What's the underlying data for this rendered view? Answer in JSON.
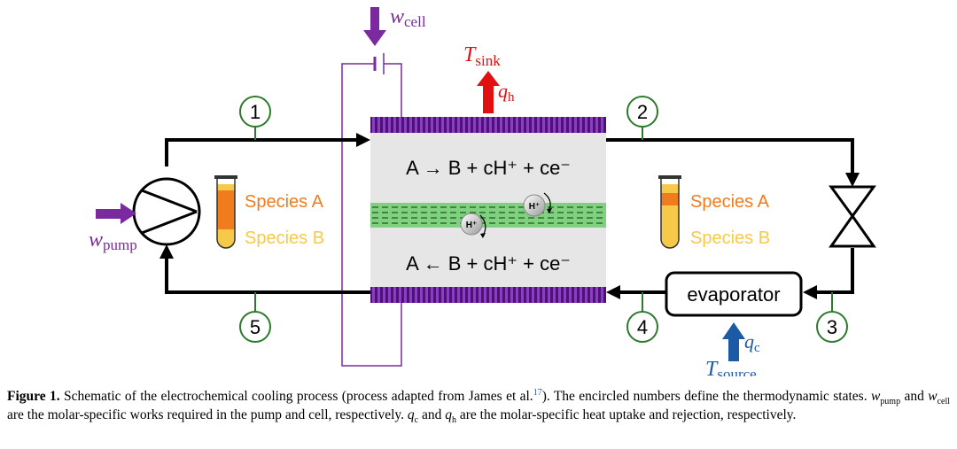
{
  "work": {
    "cell": {
      "symbol": "w",
      "sub": "cell"
    },
    "pump": {
      "symbol": "w",
      "sub": "pump"
    }
  },
  "heat": {
    "sink": {
      "symbol": "T",
      "sub": "sink",
      "q_symbol": "q",
      "q_sub": "h"
    },
    "source": {
      "symbol": "T",
      "sub": "source",
      "q_symbol": "q",
      "q_sub": "c"
    }
  },
  "states": [
    "1",
    "2",
    "3",
    "4",
    "5"
  ],
  "species": {
    "a": "Species A",
    "b": "Species B"
  },
  "reactions": {
    "forward": "A → B + cH⁺ + ce⁻",
    "backward": "A ← B + cH⁺ + ce⁻"
  },
  "ion_label": "H⁺",
  "evaporator_label": "evaporator",
  "caption": {
    "label": "Figure 1.",
    "parts": [
      " Schematic of the electrochemical cooling process (process adapted from James et al.",
      "17",
      "). The encircled numbers define the thermodynamic states. ",
      " and ",
      " are the molar-specific works required in the pump and cell, respectively. ",
      " and ",
      " are the molar-specific heat uptake and rejection, respectively."
    ]
  },
  "colors": {
    "purple": "#7a2a9e",
    "red": "#e01010",
    "blue": "#1d5aa6",
    "green": "#2d7a2d",
    "orange": "#f07c1e",
    "yellow": "#f7c948",
    "membrane": "#7fd07f",
    "cell_fill": "#e6e6e6"
  }
}
